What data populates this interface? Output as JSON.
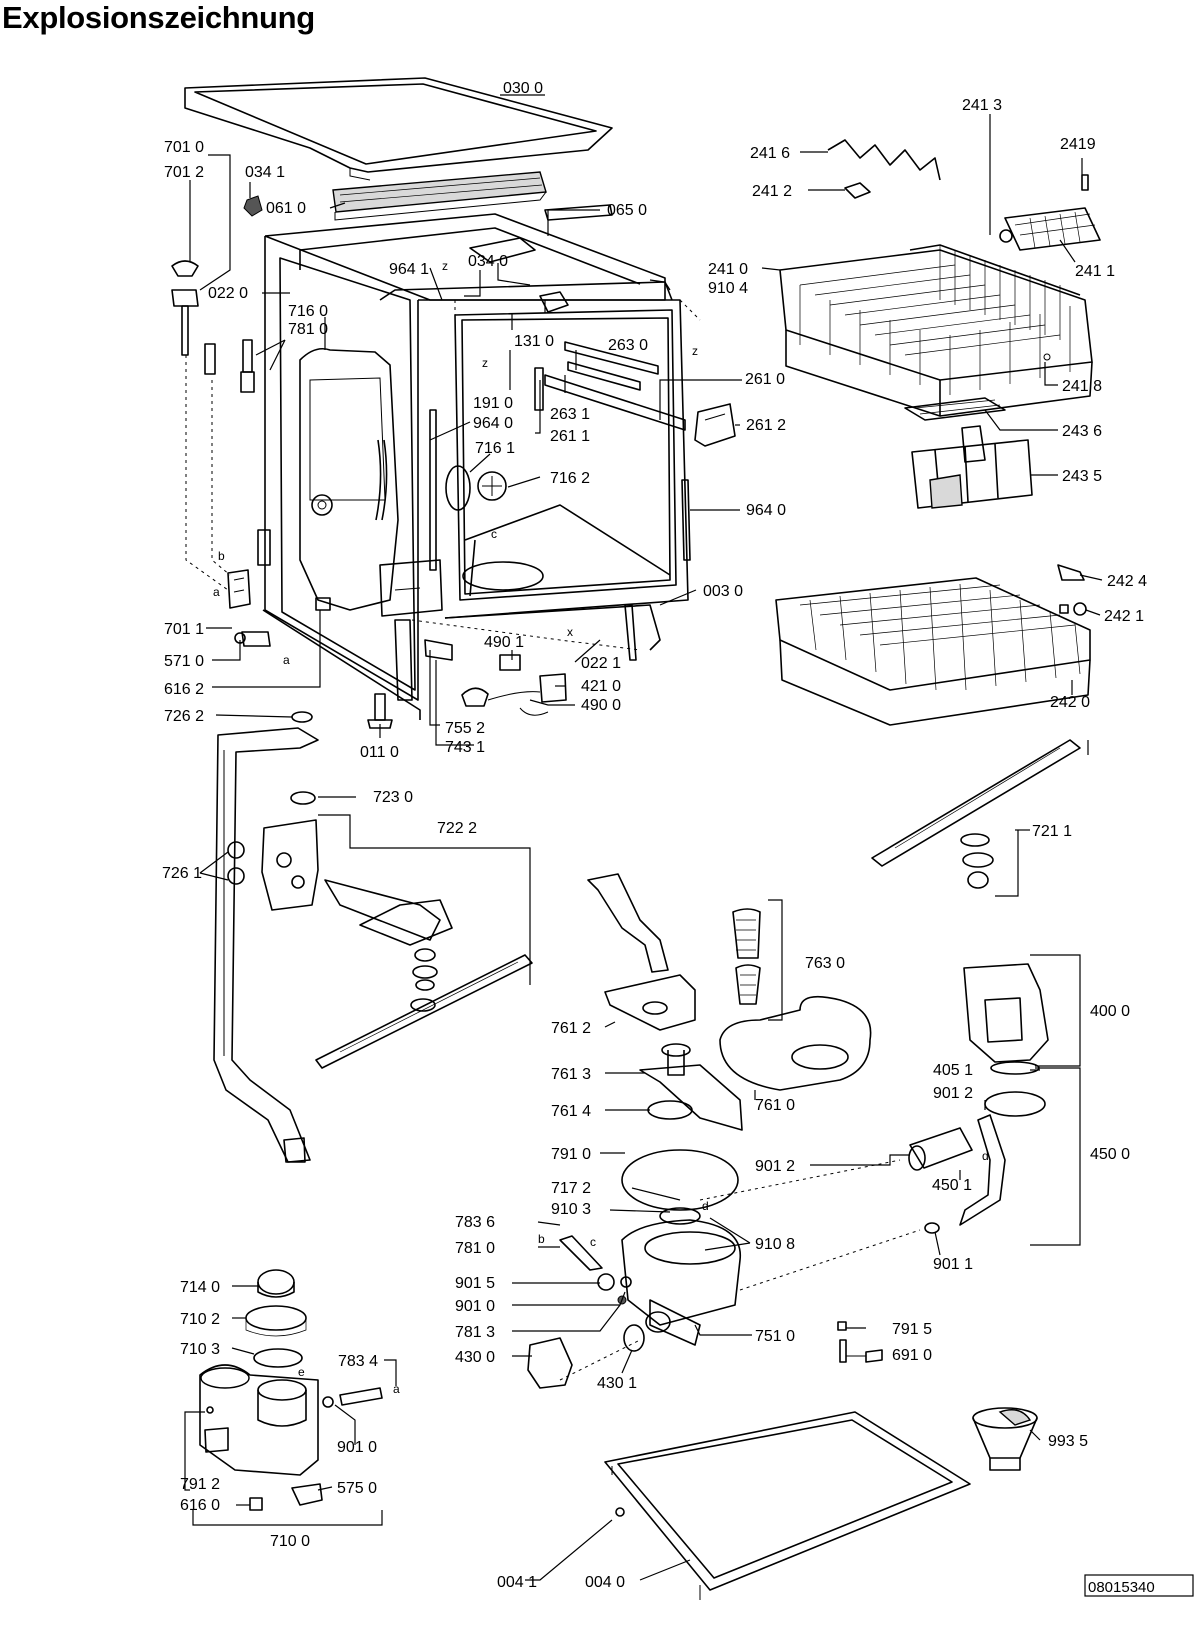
{
  "title": "Explosionszeichnung",
  "drawing_number": "08015340",
  "labels": [
    {
      "id": "0300",
      "text": "030 0"
    },
    {
      "id": "7010",
      "text": "701 0"
    },
    {
      "id": "7012",
      "text": "701 2"
    },
    {
      "id": "0341",
      "text": "034 1"
    },
    {
      "id": "0610",
      "text": "061 0"
    },
    {
      "id": "0650",
      "text": "065 0"
    },
    {
      "id": "0220",
      "text": "022 0"
    },
    {
      "id": "0340",
      "text": "034 0"
    },
    {
      "id": "9641",
      "text": "964 1"
    },
    {
      "id": "9104",
      "text": "910 4"
    },
    {
      "id": "7160",
      "text": "716 0"
    },
    {
      "id": "7810a",
      "text": "781 0"
    },
    {
      "id": "1310",
      "text": "131 0"
    },
    {
      "id": "2630",
      "text": "263 0"
    },
    {
      "id": "2610",
      "text": "261 0"
    },
    {
      "id": "1910",
      "text": "191 0"
    },
    {
      "id": "9640a",
      "text": "964 0"
    },
    {
      "id": "2631",
      "text": "263 1"
    },
    {
      "id": "2611",
      "text": "261 1"
    },
    {
      "id": "2612",
      "text": "261 2"
    },
    {
      "id": "7161",
      "text": "716 1"
    },
    {
      "id": "7162",
      "text": "716 2"
    },
    {
      "id": "9640b",
      "text": "964 0"
    },
    {
      "id": "0030",
      "text": "003 0"
    },
    {
      "id": "7011",
      "text": "701 1"
    },
    {
      "id": "5710",
      "text": "571 0"
    },
    {
      "id": "6162",
      "text": "616 2"
    },
    {
      "id": "4901",
      "text": "490 1"
    },
    {
      "id": "0221",
      "text": "022 1"
    },
    {
      "id": "4210",
      "text": "421 0"
    },
    {
      "id": "4900",
      "text": "490 0"
    },
    {
      "id": "7262",
      "text": "726 2"
    },
    {
      "id": "0110",
      "text": "011 0"
    },
    {
      "id": "7552",
      "text": "755 2"
    },
    {
      "id": "7431",
      "text": "743 1"
    },
    {
      "id": "2413",
      "text": "241 3"
    },
    {
      "id": "2419",
      "text": "2419"
    },
    {
      "id": "2416",
      "text": "241 6"
    },
    {
      "id": "2412",
      "text": "241 2"
    },
    {
      "id": "2410",
      "text": "241 0"
    },
    {
      "id": "2411",
      "text": "241 1"
    },
    {
      "id": "2418",
      "text": "241 8"
    },
    {
      "id": "2436",
      "text": "243 6"
    },
    {
      "id": "2435",
      "text": "243 5"
    },
    {
      "id": "2424",
      "text": "242 4"
    },
    {
      "id": "2421",
      "text": "242 1"
    },
    {
      "id": "2420",
      "text": "242 0"
    },
    {
      "id": "7230",
      "text": "723 0"
    },
    {
      "id": "7222",
      "text": "722 2"
    },
    {
      "id": "7261",
      "text": "726 1"
    },
    {
      "id": "7211",
      "text": "721 1"
    },
    {
      "id": "7630",
      "text": "763 0"
    },
    {
      "id": "4000",
      "text": "400 0"
    },
    {
      "id": "7612",
      "text": "761 2"
    },
    {
      "id": "7613",
      "text": "761 3"
    },
    {
      "id": "4051",
      "text": "405 1"
    },
    {
      "id": "9012a",
      "text": "901 2"
    },
    {
      "id": "7614",
      "text": "761 4"
    },
    {
      "id": "7610",
      "text": "761 0"
    },
    {
      "id": "7910",
      "text": "791 0"
    },
    {
      "id": "9012b",
      "text": "901 2"
    },
    {
      "id": "4500",
      "text": "450 0"
    },
    {
      "id": "7172",
      "text": "717 2"
    },
    {
      "id": "4501",
      "text": "450 1"
    },
    {
      "id": "9103",
      "text": "910 3"
    },
    {
      "id": "7836",
      "text": "783 6"
    },
    {
      "id": "9108",
      "text": "910 8"
    },
    {
      "id": "7810b",
      "text": "781 0"
    },
    {
      "id": "9011",
      "text": "901 1"
    },
    {
      "id": "7140",
      "text": "714 0"
    },
    {
      "id": "9015",
      "text": "901 5"
    },
    {
      "id": "9010a",
      "text": "901 0"
    },
    {
      "id": "7102",
      "text": "710 2"
    },
    {
      "id": "7813",
      "text": "781 3"
    },
    {
      "id": "7510",
      "text": "751 0"
    },
    {
      "id": "7915",
      "text": "791 5"
    },
    {
      "id": "7103",
      "text": "710 3"
    },
    {
      "id": "7834",
      "text": "783 4"
    },
    {
      "id": "4300",
      "text": "430 0"
    },
    {
      "id": "6910",
      "text": "691 0"
    },
    {
      "id": "4301",
      "text": "430 1"
    },
    {
      "id": "9010b",
      "text": "901 0"
    },
    {
      "id": "9935",
      "text": "993 5"
    },
    {
      "id": "7912",
      "text": "791 2"
    },
    {
      "id": "5750",
      "text": "575 0"
    },
    {
      "id": "6160",
      "text": "616 0"
    },
    {
      "id": "7100",
      "text": "710 0"
    },
    {
      "id": "0041",
      "text": "004 1"
    },
    {
      "id": "0040",
      "text": "004 0"
    }
  ],
  "markers": [
    {
      "id": "z1",
      "text": "z"
    },
    {
      "id": "z2",
      "text": "z"
    },
    {
      "id": "z3",
      "text": "z"
    },
    {
      "id": "c1",
      "text": "c"
    },
    {
      "id": "x1",
      "text": "x"
    },
    {
      "id": "a1",
      "text": "a"
    },
    {
      "id": "a2",
      "text": "a"
    },
    {
      "id": "b1",
      "text": "b"
    },
    {
      "id": "b2",
      "text": "b"
    },
    {
      "id": "c2",
      "text": "c"
    },
    {
      "id": "d1",
      "text": "d"
    },
    {
      "id": "d2",
      "text": "d"
    },
    {
      "id": "e1",
      "text": "e"
    },
    {
      "id": "a3",
      "text": "a"
    }
  ]
}
